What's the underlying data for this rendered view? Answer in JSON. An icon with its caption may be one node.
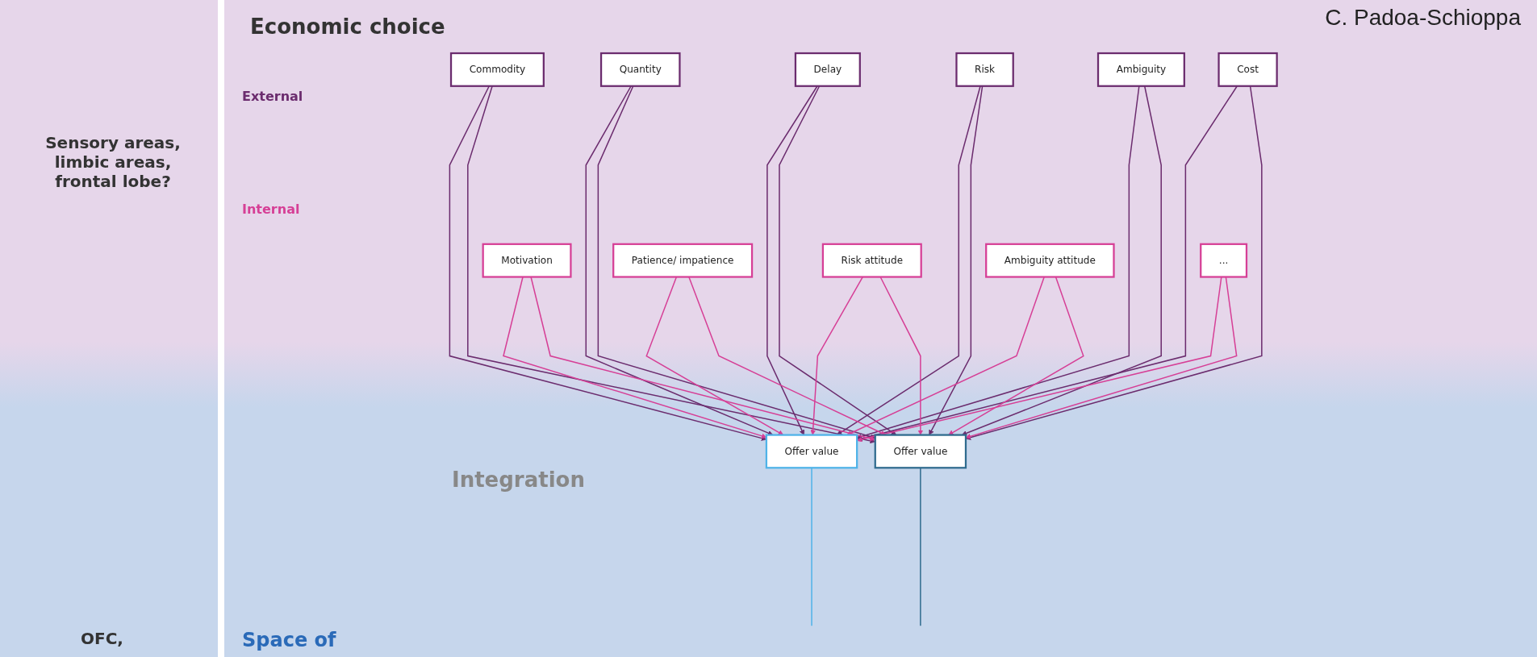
{
  "diagram": {
    "title": "Economic choice",
    "nodes": [
      {
        "text": [
          "Commodity"
        ]
      },
      {
        "text": [
          "Quantity"
        ]
      },
      {
        "text": [
          "Delay"
        ]
      },
      {
        "text": [
          "Risk"
        ]
      },
      {
        "text": [
          "Ambiguity"
        ]
      },
      {
        "text": [
          "Cost"
        ]
      },
      {
        "text": [
          "Motivation"
        ]
      },
      {
        "text": [
          "Patience/ impatience"
        ]
      },
      {
        "text": [
          "Risk attitude"
        ]
      },
      {
        "text": [
          "Ambiguity attitude"
        ]
      },
      {
        "text": [
          "..."
        ]
      },
      {
        "text": [
          "Offer value"
        ]
      },
      {
        "text": [
          "Offer value"
        ]
      }
    ],
    "edges": [
      {
        "from": 0,
        "to": 11,
        "arrow": "to",
        "color": "#6b2c6e"
      },
      {
        "from": 0,
        "to": 12,
        "arrow": "to",
        "color": "#6b2c6e"
      },
      {
        "from": 1,
        "to": 11,
        "arrow": "to",
        "color": "#6b2c6e"
      },
      {
        "from": 1,
        "to": 12,
        "arrow": "to",
        "color": "#6b2c6e"
      },
      {
        "from": 2,
        "to": 11,
        "arrow": "to",
        "color": "#6b2c6e"
      },
      {
        "from": 2,
        "to": 12,
        "arrow": "to",
        "color": "#6b2c6e"
      },
      {
        "from": 3,
        "to": 11,
        "arrow": "to",
        "color": "#6b2c6e"
      },
      {
        "from": 3,
        "to": 12,
        "arrow": "to",
        "color": "#6b2c6e"
      },
      {
        "from": 4,
        "to": 11,
        "arrow": "to",
        "color": "#6b2c6e"
      },
      {
        "from": 4,
        "to": 12,
        "arrow": "to",
        "color": "#6b2c6e"
      },
      {
        "from": 5,
        "to": 11,
        "arrow": "to",
        "color": "#6b2c6e"
      },
      {
        "from": 5,
        "to": 12,
        "arrow": "to",
        "color": "#6b2c6e"
      },
      {
        "from": 6,
        "to": 11,
        "arrow": "to",
        "color": "#d63f96"
      },
      {
        "from": 6,
        "to": 12,
        "arrow": "to",
        "color": "#d63f96"
      },
      {
        "from": 7,
        "to": 11,
        "arrow": "to",
        "color": "#d63f96"
      },
      {
        "from": 7,
        "to": 12,
        "arrow": "to",
        "color": "#d63f96"
      },
      {
        "from": 8,
        "to": 11,
        "arrow": "to",
        "color": "#d63f96"
      },
      {
        "from": 8,
        "to": 12,
        "arrow": "to",
        "color": "#d63f96"
      },
      {
        "from": 9,
        "to": 11,
        "arrow": "to",
        "color": "#d63f96"
      },
      {
        "from": 9,
        "to": 12,
        "arrow": "to",
        "color": "#d63f96"
      },
      {
        "from": 10,
        "to": 11,
        "arrow": "to",
        "color": "#d63f96"
      },
      {
        "from": 10,
        "to": 12,
        "arrow": "to",
        "color": "#d63f96"
      },
      {
        "from": 11,
        "to": null,
        "arrow": "none",
        "color": "#4fb3e8"
      },
      {
        "from": 12,
        "to": null,
        "arrow": "none",
        "color": "#2f6b8e"
      }
    ],
    "labels": [
      "C. Padoa-Schioppa",
      "Sensory areas, limbic areas, frontal lobe?",
      "External",
      "Internal",
      "Integration",
      "OFC,",
      "Space of"
    ]
  }
}
